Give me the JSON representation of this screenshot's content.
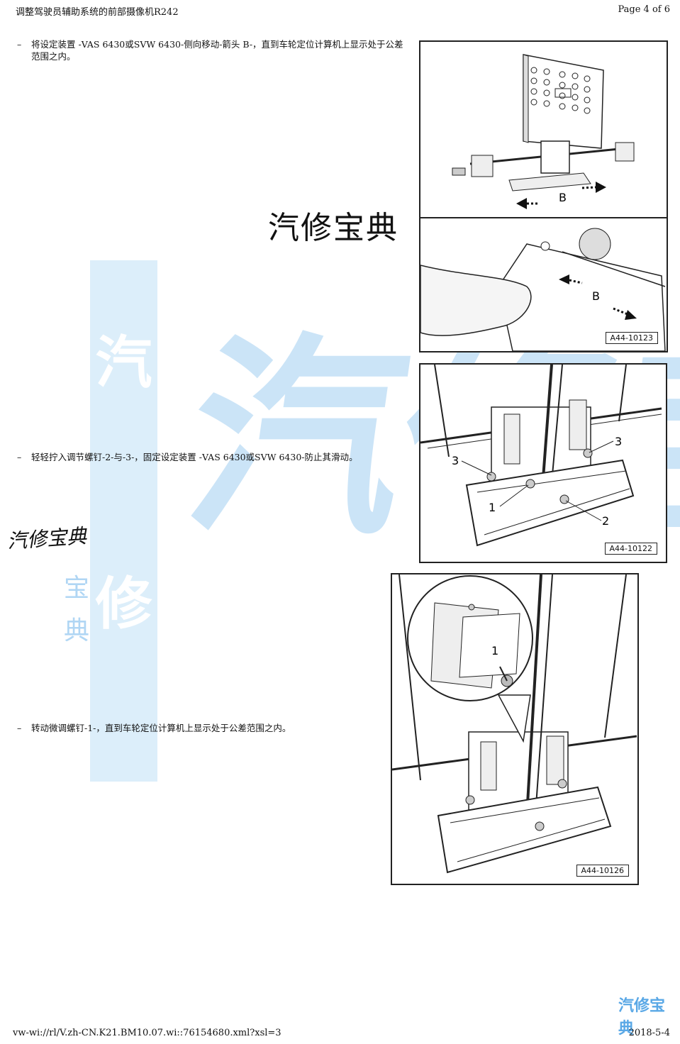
{
  "header": {
    "title": "调整驾驶员辅助系统的前部摄像机R242",
    "page": "Page 4 of 6"
  },
  "steps": [
    {
      "dash": "–",
      "text": "将设定装置 -VAS 6430或SVW 6430-侧向移动-箭头 B-，直到车轮定位计算机上显示处于公差范围之内。"
    },
    {
      "dash": "–",
      "text": "轻轻拧入调节螺钉-2-与-3-，固定设定装置 -VAS 6430或SVW 6430-防止其滑动。"
    },
    {
      "dash": "–",
      "text": "转动微调螺钉-1-，直到车轮定位计算机上显示处于公差范围之内。"
    }
  ],
  "figures": [
    {
      "code": "A44-10123",
      "labels": [
        "B",
        "B"
      ]
    },
    {
      "code": "A44-10122",
      "labels": [
        "3",
        "3",
        "1",
        "2"
      ]
    },
    {
      "code": "A44-10126",
      "labels": [
        "1"
      ]
    }
  ],
  "watermarks": {
    "large": "汽修宝典",
    "hand": "汽修宝典",
    "column": [
      "汽",
      "修"
    ],
    "big_blue": "汽修宝典",
    "small_column": [
      "宝",
      "典"
    ],
    "corner": "汽修宝典"
  },
  "footer": {
    "url": "vw-wi://rl/V.zh-CN.K21.BM10.07.wi::76154680.xml?xsl=3",
    "date": "2018-5-4"
  }
}
